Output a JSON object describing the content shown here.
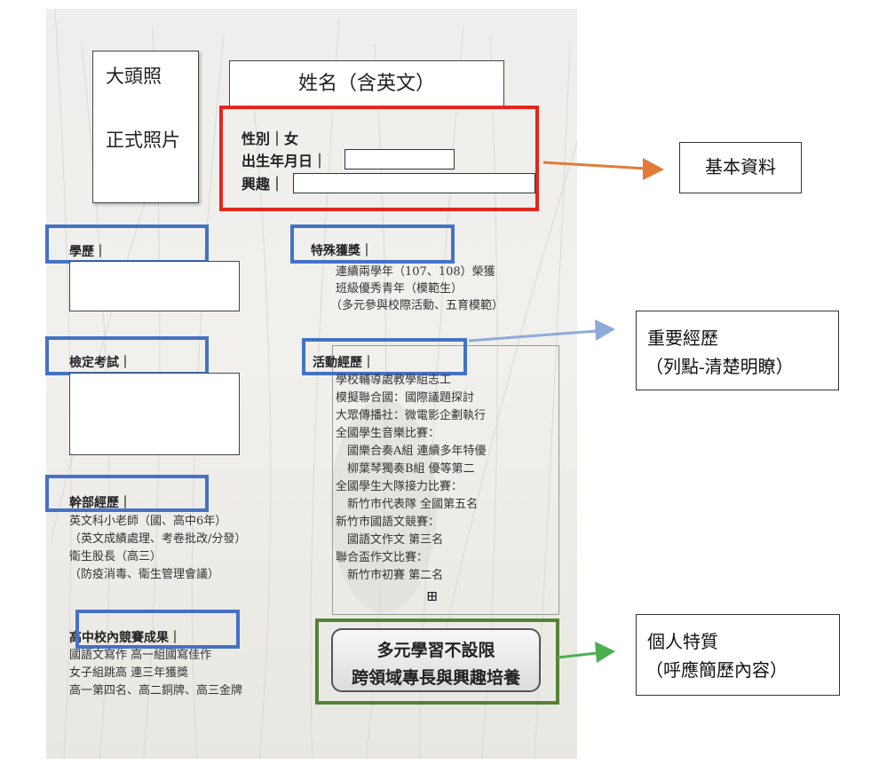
{
  "photo": {
    "line1": "大頭照",
    "line2": "正式照片"
  },
  "name_box": "姓名（含英文）",
  "basic_info": {
    "gender": "性別｜女",
    "birthday": "出生年月日｜",
    "hobby": "興趣｜"
  },
  "sections": {
    "education": "學歷｜",
    "exam": "檢定考試｜",
    "cadre": "幹部經歷｜",
    "competition": "高中校內競賽成果｜",
    "awards": "特殊獲獎｜",
    "activities": "活動經歷｜"
  },
  "awards_lines": [
    "連續兩學年（107、108）榮獲",
    "班級優秀青年（模範生）",
    "（多元參與校際活動、五育模範）"
  ],
  "cadre_lines": [
    "英文科小老師（國、高中6年）",
    "（英文成績處理、考卷批改/分發）",
    "衛生股長（高三）",
    "（防疫消毒、衛生管理會議）"
  ],
  "competition_lines": [
    "國語文寫作 高一組國寫佳作",
    "女子組跳高 連三年獲獎",
    "高一第四名、高二銅牌、高三金牌"
  ],
  "activity_lines": [
    "學校輔導處教學組志工",
    "模擬聯合國：國際議題探討",
    "大眾傳播社：微電影企劃執行",
    "全國學生音樂比賽：",
    "　國樂合奏A組 連續多年特優",
    "　柳葉琴獨奏B組 優等第二",
    "全國學生大隊接力比賽：",
    "　新竹市代表隊 全國第五名",
    "新竹市國語文競賽：",
    "　國語文作文 第三名",
    "聯合盃作文比賽：",
    "　新竹市初賽 第二名"
  ],
  "plus_sign": "⊞",
  "banner": {
    "line1": "多元學習不設限",
    "line2": "跨領域專長與興趣培養"
  },
  "callouts": {
    "basic": "基本資料",
    "experience_line1": "重要經歷",
    "experience_line2": "（列點-清楚明瞭）",
    "personal_line1": "個人特質",
    "personal_line2": "（呼應簡歷內容）"
  },
  "colors": {
    "red": "#e3261d",
    "blue": "#4472c4",
    "green": "#548235",
    "orange_arrow": "#e07b39",
    "light_blue_arrow": "#8eaadb",
    "green_arrow": "#4caf50"
  }
}
